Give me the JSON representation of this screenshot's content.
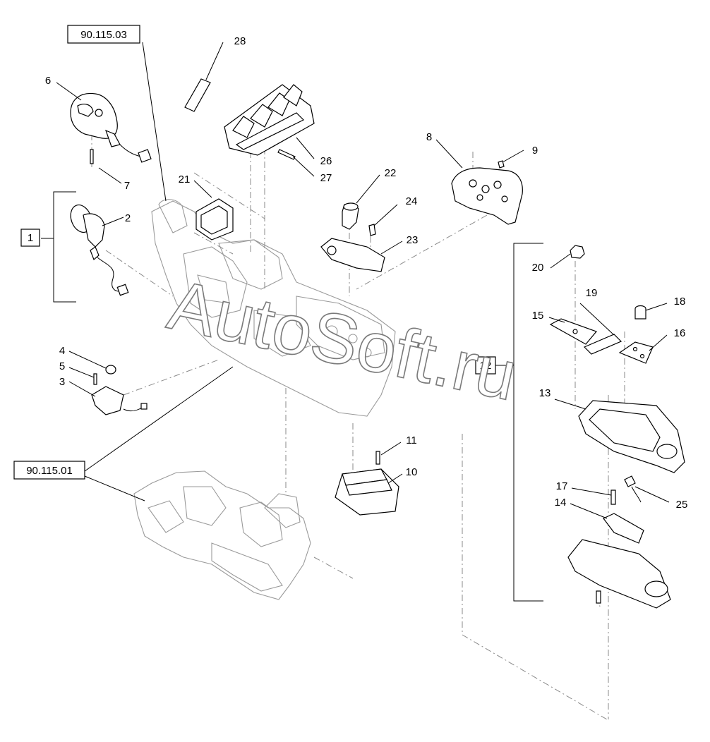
{
  "references": {
    "ref_top": "90.115.03",
    "ref_bottom": "90.115.01"
  },
  "group_boxes": {
    "group_1": "1",
    "group_12": "12"
  },
  "callouts": {
    "n2": "2",
    "n3": "3",
    "n4": "4",
    "n5": "5",
    "n6": "6",
    "n7": "7",
    "n8": "8",
    "n9": "9",
    "n10": "10",
    "n11": "11",
    "n13": "13",
    "n14": "14",
    "n15": "15",
    "n16": "16",
    "n17": "17",
    "n18": "18",
    "n19": "19",
    "n20": "20",
    "n21": "21",
    "n22": "22",
    "n23": "23",
    "n24": "24",
    "n25": "25",
    "n26": "26",
    "n27": "27",
    "n28": "28"
  },
  "watermark": "AutoSoft.ru"
}
